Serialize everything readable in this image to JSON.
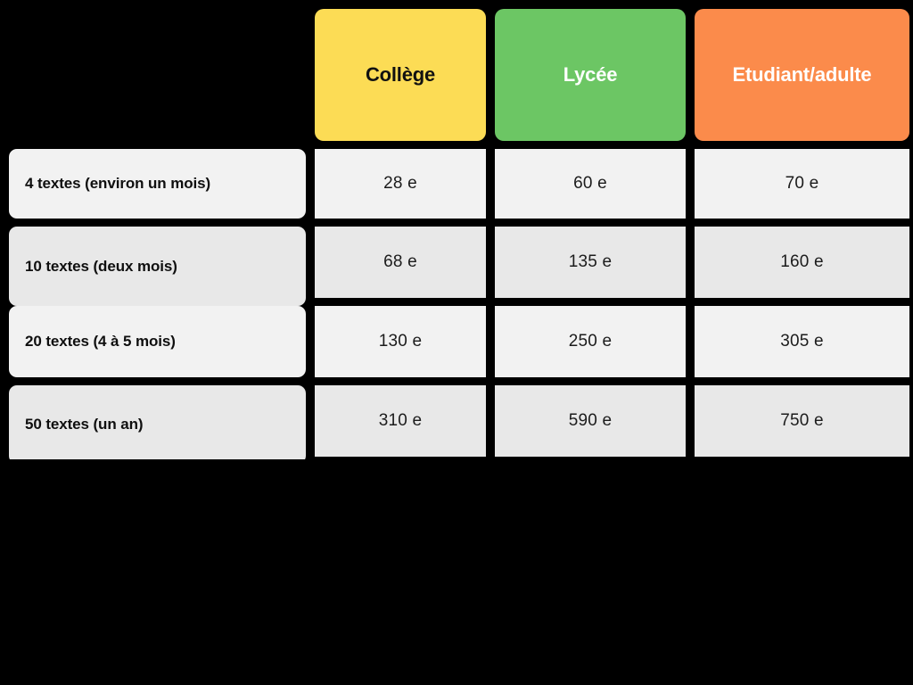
{
  "table": {
    "corner_label": "",
    "columns": [
      {
        "label": "Collège",
        "bg": "#FCDC55",
        "text_color": "#111111",
        "name": "college"
      },
      {
        "label": "Lycée",
        "bg": "#6CC664",
        "text_color": "#FFFFFF",
        "name": "lycee"
      },
      {
        "label": "Etudiant/adulte",
        "bg": "#FB8B4B",
        "text_color": "#FFFFFF",
        "name": "etudiant-adulte"
      }
    ],
    "rows": [
      {
        "label": "4 textes (environ un mois)",
        "values": [
          "28 e",
          "60 e",
          "70 e"
        ]
      },
      {
        "label": "10 textes (deux mois)",
        "values": [
          "68 e",
          "135 e",
          "160 e"
        ]
      },
      {
        "label": "20 textes (4 à 5 mois)",
        "values": [
          "130 e",
          "250 e",
          "305 e"
        ]
      },
      {
        "label": "50 textes (un an)",
        "values": [
          "310 e",
          "590 e",
          "750 e"
        ]
      }
    ]
  },
  "colors": {
    "background": "#000000",
    "cell_light": "#f2f2f2",
    "cell_dark": "#e8e8e8",
    "label_text": "#0f0f0f",
    "value_text": "#1c1c1c"
  }
}
